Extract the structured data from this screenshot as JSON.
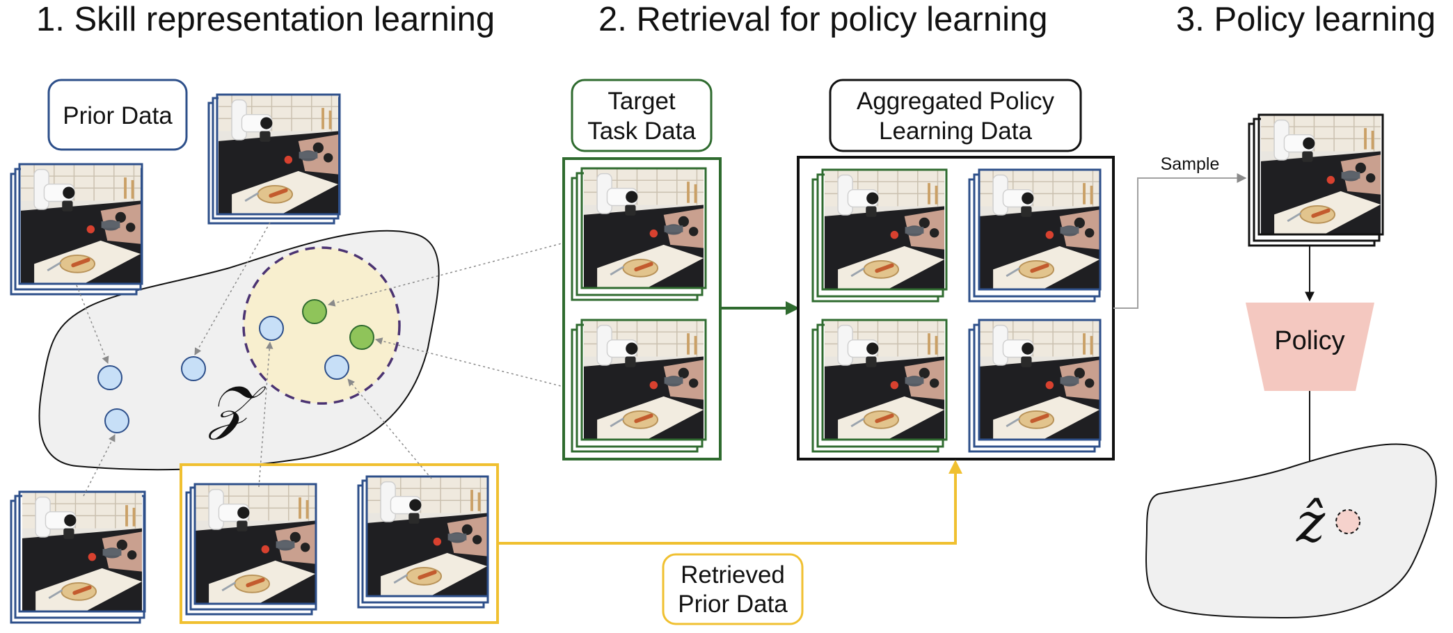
{
  "sections": {
    "s1": "1.  Skill representation learning",
    "s2": "2. Retrieval for policy learning",
    "s3": "3. Policy learning"
  },
  "labels": {
    "prior_data": "Prior Data",
    "target_line1": "Target",
    "target_line2": "Task Data",
    "aggregated_line1": "Aggregated Policy",
    "aggregated_line2": "Learning Data",
    "retrieved_line1": "Retrieved",
    "retrieved_line2": "Prior Data",
    "sample": "Sample",
    "policy": "Policy",
    "latent_z": "𝒵",
    "latent_zhat": "ẑ"
  },
  "colors": {
    "prior_blue": "#2d4f8a",
    "target_green": "#2f6b2f",
    "retrieved_yellow": "#f0c030",
    "latent_fill": "#f0f0f0",
    "retrieval_circle_fill": "#f8efcf",
    "retrieval_circle_stroke": "#4b3372",
    "blue_point": "#c7dff7",
    "green_point": "#8fc45a",
    "policy_fill": "#f4c8c0",
    "pink_point": "#f6d2cc",
    "arrow_grey": "#a0a0a0"
  },
  "icons": {
    "robot_scene": "robot-kitchen-scene-thumbnail"
  }
}
